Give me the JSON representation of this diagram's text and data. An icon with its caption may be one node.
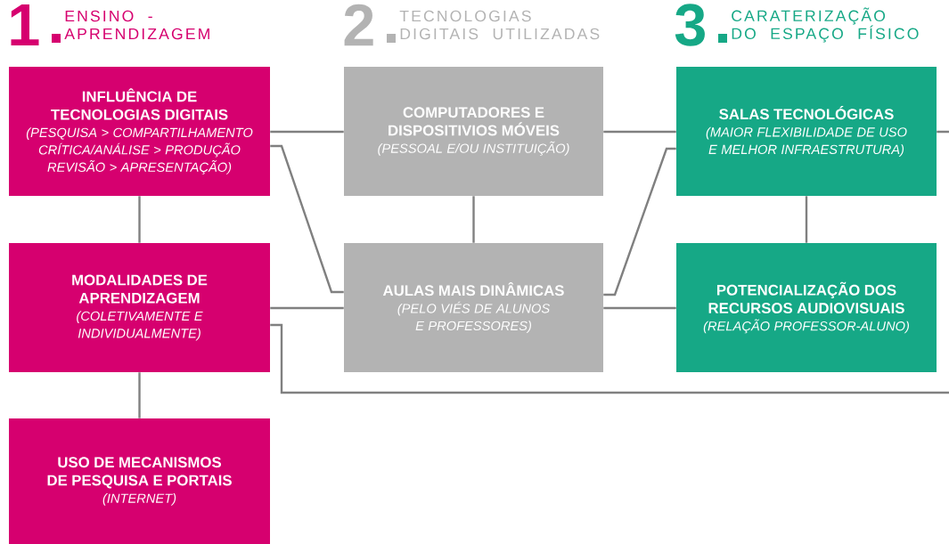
{
  "diagram": {
    "nodes": [
      {
        "text": [
          "INFLUÊNCIA DE TECNOLOGIAS DIGITAIS",
          "(PESQUISA > COMPARTILHAMENTO CRÍTICA/ANÁLISE > PRODUÇÃO REVISÃO > APRESENTAÇÃO)"
        ]
      },
      {
        "text": [
          "COMPUTADORES E DISPOSITIVIOS MÓVEIS",
          "(PESSOAL E/OU INSTITUIÇÃO)"
        ]
      },
      {
        "text": [
          "SALAS TECNOLÓGICAS",
          "(MAIOR FLEXIBILIDADE DE USO E MELHOR INFRAESTRUTURA)"
        ]
      },
      {
        "text": [
          "MODALIDADES DE APRENDIZAGEM",
          "(COLETIVAMENTE E INDIVIDUALMENTE)"
        ]
      },
      {
        "text": [
          "AULAS MAIS DINÂMICAS",
          "(PELO VIÉS DE ALUNOS E PROFESSORES)"
        ]
      },
      {
        "text": [
          "POTENCIALIZAÇÃO DOS RECURSOS AUDIOVISUAIS",
          "(RELAÇÃO PROFESSOR-ALUNO)"
        ]
      },
      {
        "text": [
          "USO DE MECANISMOS DE PESQUISA E PORTAIS",
          "(INTERNET)"
        ]
      }
    ],
    "edges": [
      {
        "from": 0,
        "to": 1,
        "arrow": "none"
      },
      {
        "from": 0,
        "to": 4,
        "arrow": "none"
      },
      {
        "from": 0,
        "to": 3,
        "arrow": "none"
      },
      {
        "from": 1,
        "to": 2,
        "arrow": "none"
      },
      {
        "from": 1,
        "to": 4,
        "arrow": "none"
      },
      {
        "from": 3,
        "to": 4,
        "arrow": "none"
      },
      {
        "from": 4,
        "to": 2,
        "arrow": "none"
      },
      {
        "from": 2,
        "to": 5,
        "arrow": "none"
      },
      {
        "from": 4,
        "to": 5,
        "arrow": "none"
      },
      {
        "from": 2,
        "to": null,
        "arrow": "none"
      },
      {
        "from": 3,
        "to": 6,
        "arrow": "none"
      },
      {
        "from": 3,
        "to": null,
        "arrow": "none"
      }
    ],
    "labels": [
      "1",
      "ENSINO - APRENDIZAGEM",
      "2",
      "TECNOLOGIAS DIGITAIS UTILIZADAS",
      "3",
      "CARATERIZAÇÃO DO ESPAÇO FÍSICO"
    ]
  }
}
